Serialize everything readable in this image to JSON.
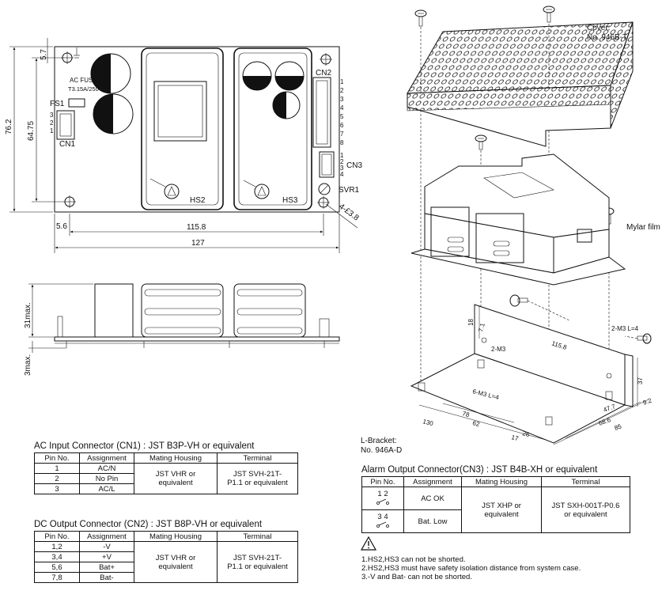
{
  "top_view": {
    "dim_height": "76.2",
    "dim_hole_pitch": "64.75",
    "dim_top": "5.7",
    "dim_left": "5.6",
    "dim_hole_span": "115.8",
    "dim_width": "127",
    "hole_callout": "4-£3.8",
    "fs1": "FS1",
    "fuse_label_1": "AC FUSE",
    "fuse_label_2": "T3.15A/250V",
    "cn1": "CN1",
    "cn1_pins": [
      "3",
      "2",
      "1"
    ],
    "cn2": "CN2",
    "cn2_pins": [
      "1",
      "2",
      "3",
      "4",
      "5",
      "6",
      "7",
      "8"
    ],
    "cn3": "CN3",
    "cn3_pins": [
      "1",
      "2",
      "3",
      "4"
    ],
    "hs2": "HS2",
    "hs3": "HS3",
    "svr1": "SVR1"
  },
  "side_view": {
    "dim_height": "31max.",
    "dim_under": "3max."
  },
  "exploded": {
    "cover_1": "Cover:",
    "cover_2": "No. 946B-T",
    "mylar": "Mylar film",
    "bracket_1": "L-Bracket:",
    "bracket_2": "No. 946A-D",
    "d_18": "18",
    "d_7_1": "7.1",
    "d_2m3": "2-M3",
    "d_115_8": "115.8",
    "d_2m3_l4": "2-M3 L=4",
    "d_37": "37",
    "d_6m3_l4": "6-M3 L=4",
    "d_78": "78",
    "d_130": "130",
    "d_62": "62",
    "d_17": "17",
    "d_26": "26",
    "d_47_7": "47.7",
    "d_68_6": "68.6",
    "d_85": "85",
    "d_9_2": "9.2"
  },
  "cn1_table": {
    "title": "AC Input Connector (CN1) : JST B3P-VH or equivalent",
    "headers": [
      "Pin No.",
      "Assignment",
      "Mating Housing",
      "Terminal"
    ],
    "rows": [
      [
        "1",
        "AC/N"
      ],
      [
        "2",
        "No Pin"
      ],
      [
        "3",
        "AC/L"
      ]
    ],
    "housing": "JST VHR or equivalent",
    "terminal": "JST SVH-21T-P1.1 or equivalent"
  },
  "cn2_table": {
    "title": "DC Output Connector (CN2) : JST B8P-VH or equivalent",
    "headers": [
      "Pin No.",
      "Assignment",
      "Mating Housing",
      "Terminal"
    ],
    "rows": [
      [
        "1,2",
        "-V"
      ],
      [
        "3,4",
        "+V"
      ],
      [
        "5,6",
        "Bat+"
      ],
      [
        "7,8",
        "Bat-"
      ]
    ],
    "housing": "JST VHR or equivalent",
    "terminal": "JST SVH-21T-P1.1 or equivalent"
  },
  "cn3_table": {
    "title": "Alarm Output Connector(CN3) : JST B4B-XH or equivalent",
    "headers": [
      "Pin No.",
      "Assignment",
      "Mating Housing",
      "Terminal"
    ],
    "rows": [
      [
        "1 2",
        "AC OK"
      ],
      [
        "3 4",
        "Bat. Low"
      ]
    ],
    "housing": "JST XHP or equivalent",
    "terminal": "JST SXH-001T-P0.6 or equivalent"
  },
  "notes": [
    "1.HS2,HS3 can not be shorted.",
    "2.HS2,HS3 must have safety isolation distance from system case.",
    "3.-V and Bat- can not be shorted."
  ]
}
